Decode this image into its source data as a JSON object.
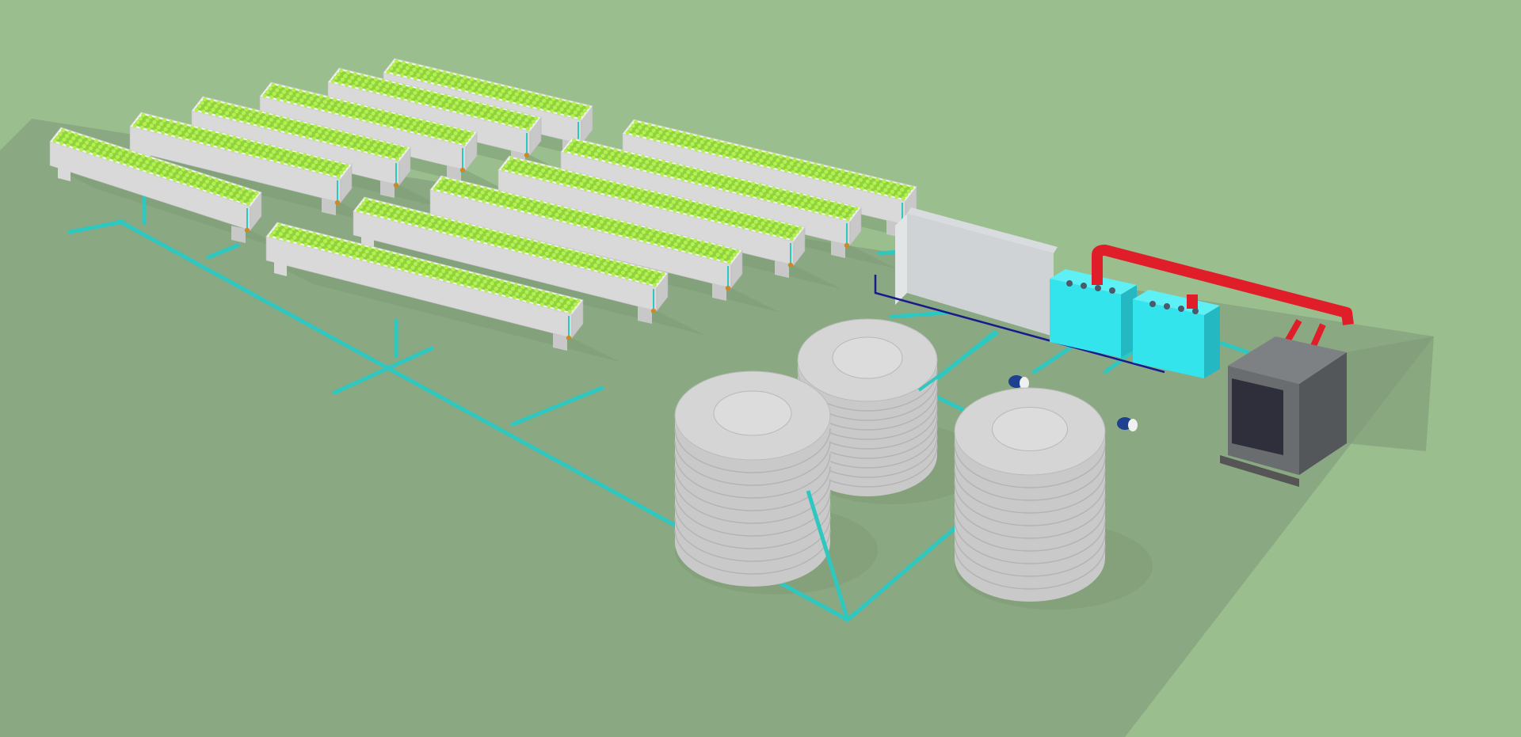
{
  "scene": {
    "colors": {
      "background": "#9bbe8f",
      "site_plate": "#8aa882",
      "shadow": "#7e9a76",
      "bed_body": "#f2f2f2",
      "bed_side": "#d9d9d9",
      "bed_end": "#c8c8c8",
      "plant_canopy": "#8fd43a",
      "plant_dot": "#b6ee55",
      "pipe": "#2fc8c0",
      "control_pipe": "#1a1a8c",
      "hot_pipe": "#e01e2a",
      "tank": "#c9c9c9",
      "tank_top": "#d5d5d5",
      "tank_lid": "#dcdcdc",
      "filter_box": "#33e4ec",
      "concrete_block": "#d8dcde",
      "generator_body": "#6a6d70",
      "generator_face": "#2f2f3c",
      "pump": "#1f3f8f"
    },
    "objects": {
      "growing_beds": 12,
      "water_tanks": 3,
      "filter_units": 2,
      "pumps": 2
    }
  }
}
